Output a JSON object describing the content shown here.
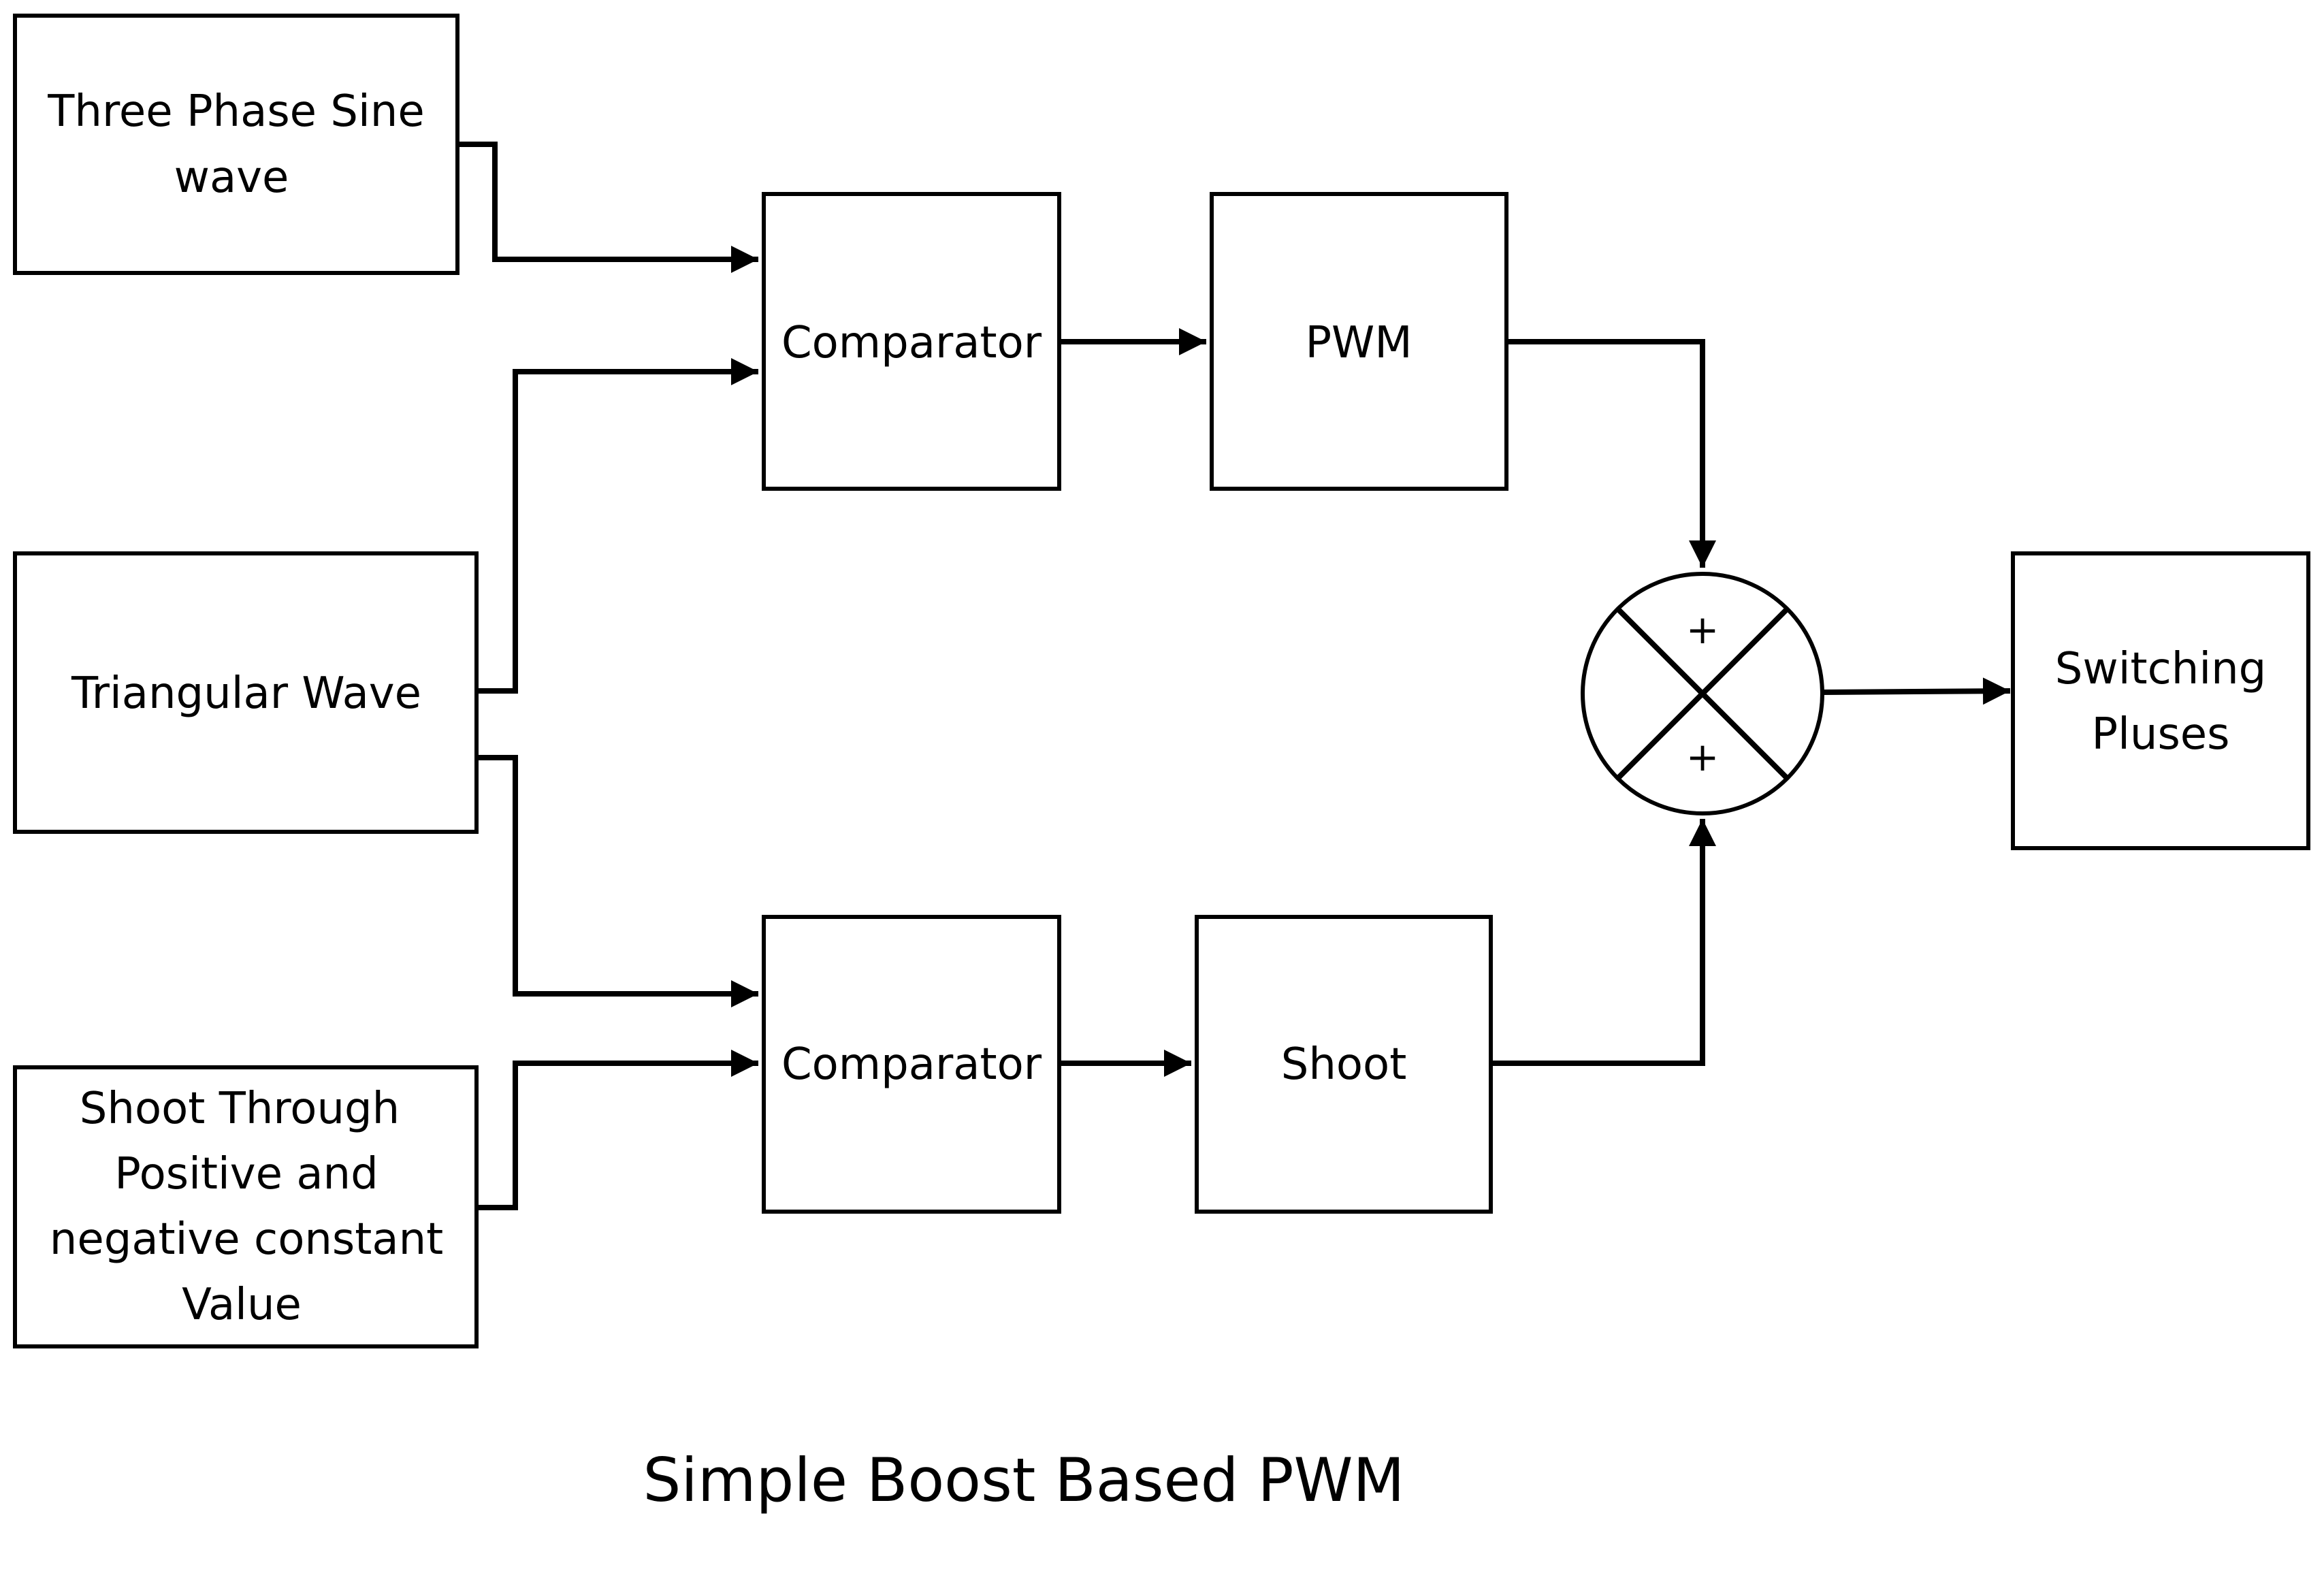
{
  "diagram": {
    "title": "Simple Boost Based PWM",
    "blocks": {
      "sine_wave": [
        "Three Phase Sine",
        "wave"
      ],
      "triangular_wave": [
        "Triangular Wave"
      ],
      "shoot_through": [
        "Shoot Through",
        "Positive and",
        "negative constant",
        "Value"
      ],
      "comparator_top": [
        "Comparator"
      ],
      "comparator_bottom": [
        "Comparator"
      ],
      "pwm": [
        "PWM"
      ],
      "shoot": [
        "Shoot"
      ],
      "switching_pulses": [
        "Switching",
        "Pluses"
      ]
    },
    "summing_junction": {
      "signs": [
        "+",
        "+"
      ]
    },
    "connections": [
      {
        "from": "sine_wave",
        "to": "comparator_top"
      },
      {
        "from": "triangular_wave",
        "to": "comparator_top"
      },
      {
        "from": "triangular_wave",
        "to": "comparator_bottom"
      },
      {
        "from": "shoot_through",
        "to": "comparator_bottom"
      },
      {
        "from": "comparator_top",
        "to": "pwm"
      },
      {
        "from": "comparator_bottom",
        "to": "shoot"
      },
      {
        "from": "pwm",
        "to": "summing_junction"
      },
      {
        "from": "shoot",
        "to": "summing_junction"
      },
      {
        "from": "summing_junction",
        "to": "switching_pulses"
      }
    ]
  }
}
